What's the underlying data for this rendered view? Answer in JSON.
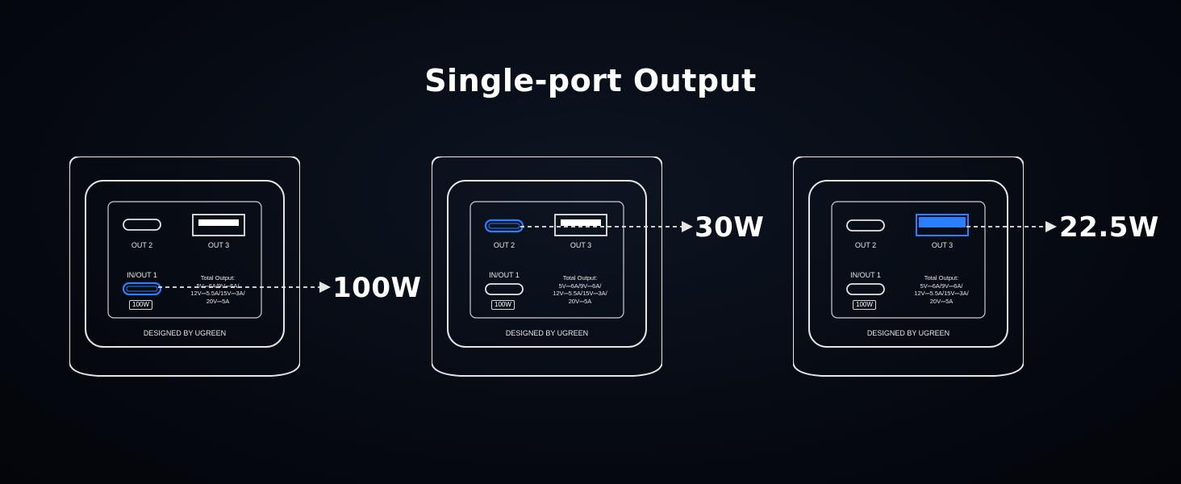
{
  "title": "Single-port Output",
  "labels": {
    "out2": "OUT 2",
    "out3": "OUT 3",
    "inout1": "IN/OUT 1",
    "badge": "100W",
    "total_heading": "Total Output:",
    "total_line1": "5V⎓6A/9V⎓6A/",
    "total_line2": "12V⎓5.5A/15V⎓3A/",
    "total_line3": "20V⎓5A",
    "designed": "DESIGNED BY UGREEN"
  },
  "outputs": [
    {
      "active_port": "IN/OUT 1",
      "power": "100W"
    },
    {
      "active_port": "OUT 2",
      "power": "30W"
    },
    {
      "active_port": "OUT 3",
      "power": "22.5W"
    }
  ],
  "colors": {
    "active_port": "#2a7fff",
    "outline": "#e6e6e6",
    "background": "#05080f"
  }
}
